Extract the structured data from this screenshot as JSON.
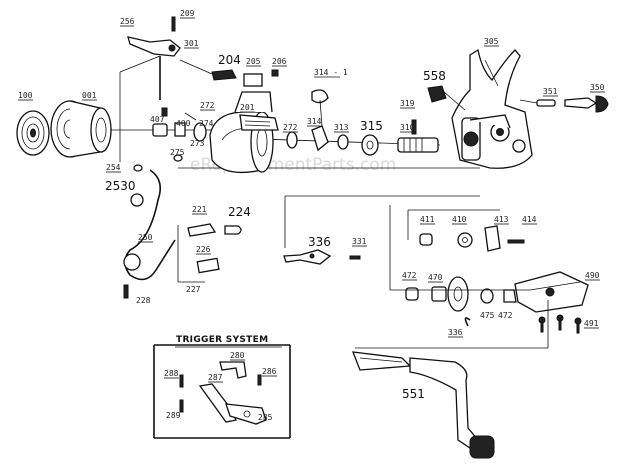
{
  "watermark": "eReplacementParts.com",
  "trigger_title": "TRIGGER SYSTEM",
  "part_labels": {
    "p100": "100",
    "p001": "001",
    "p256": "256",
    "p209": "209",
    "p301": "301",
    "p204": "204",
    "p205": "205",
    "p206": "206",
    "p314_1": "314 - 1",
    "p305": "305",
    "p558": "558",
    "p351": "351",
    "p350": "350",
    "p272": "272",
    "p201": "201",
    "p407": "407",
    "p400": "400",
    "p274": "274",
    "p275": "275",
    "p273": "273",
    "p314": "314",
    "p313": "313",
    "p315": "315",
    "p319": "319",
    "p310": "310",
    "p254": "254",
    "p253": "2530",
    "p221": "221",
    "p224": "224",
    "p250": "250",
    "p226": "226",
    "p227": "227",
    "p228": "228",
    "p336a": "336",
    "p331": "331",
    "p411": "411",
    "p410": "410",
    "p413": "413",
    "p414": "414",
    "p472a": "472",
    "p470": "470",
    "p490": "490",
    "p475": "475",
    "p472b": "472",
    "p336b": "336",
    "p491": "491",
    "p551": "551",
    "p280": "280",
    "p288": "288",
    "p287": "287",
    "p286": "286",
    "p289": "289",
    "p285": "285"
  }
}
